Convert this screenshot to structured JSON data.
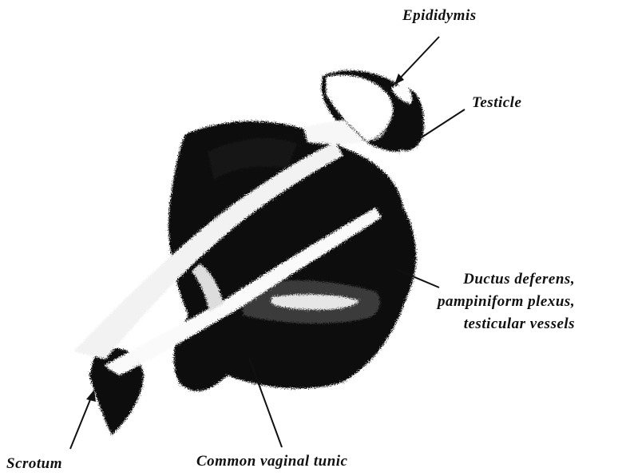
{
  "labels": {
    "epididymis": "Epididymis",
    "testicle": "Testicle",
    "ductus": "Ductus deferens,\npampiniform plexus,\ntesticular vessels",
    "scrotum": "Scrotum",
    "common_tunic": "Common vaginal tunic"
  },
  "colors": {
    "ink": "#111111",
    "tissue": "#ffffff",
    "background": "#ffffff"
  }
}
